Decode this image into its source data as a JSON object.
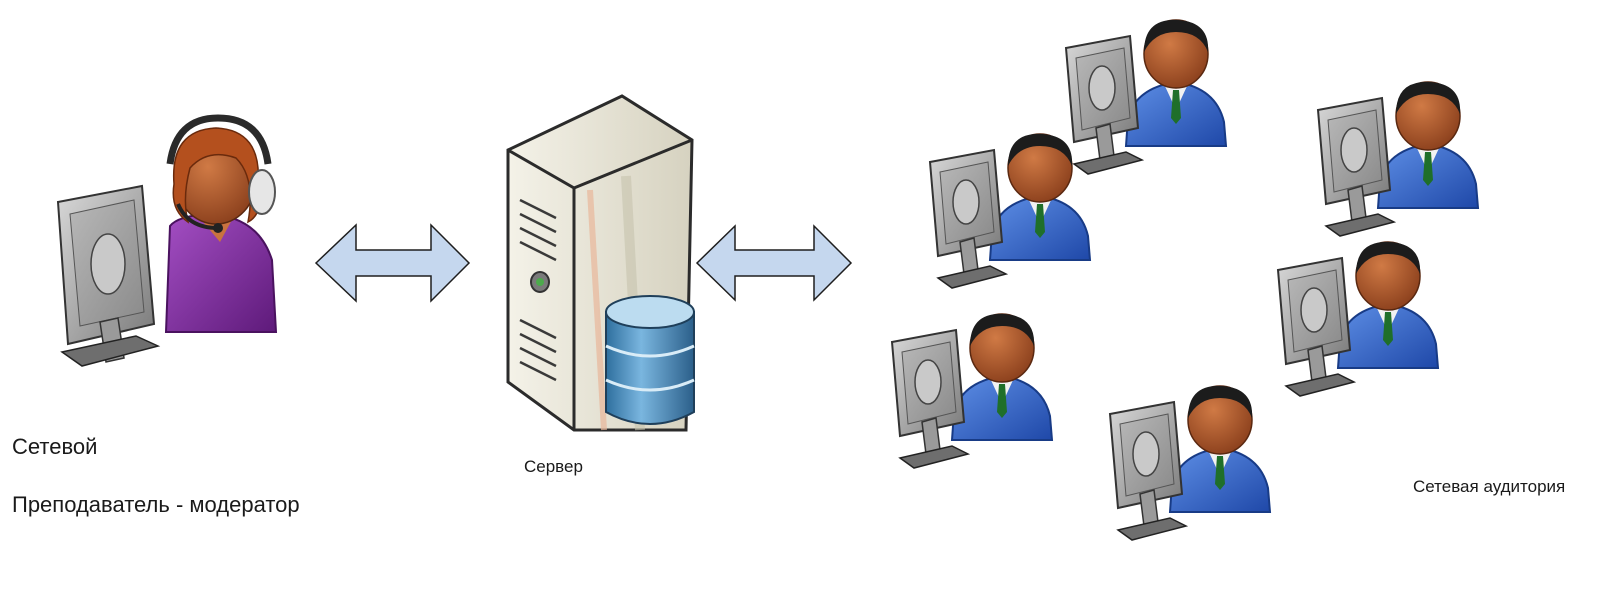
{
  "labels": {
    "moderator_line1": "Сетевой",
    "moderator_line2": "Преподаватель - модератор",
    "server": "Сервер",
    "audience": "Сетевая аудитория"
  },
  "icons": {
    "moderator": "teacher-at-computer-with-headset-icon",
    "server": "server-with-database-icon",
    "student": "student-at-computer-icon",
    "link": "double-headed-arrow-icon"
  },
  "colors": {
    "arrow_fill": "#c5d7ee",
    "arrow_stroke": "#1e1e1e",
    "student_suit": "#2f62c8",
    "student_skin": "#a8542a",
    "moderator_shirt": "#7a2a9a",
    "moderator_hair": "#b4501e",
    "monitor": "#9b9b9b",
    "server_case": "#ece9dc",
    "database": "#4a8fbf"
  }
}
